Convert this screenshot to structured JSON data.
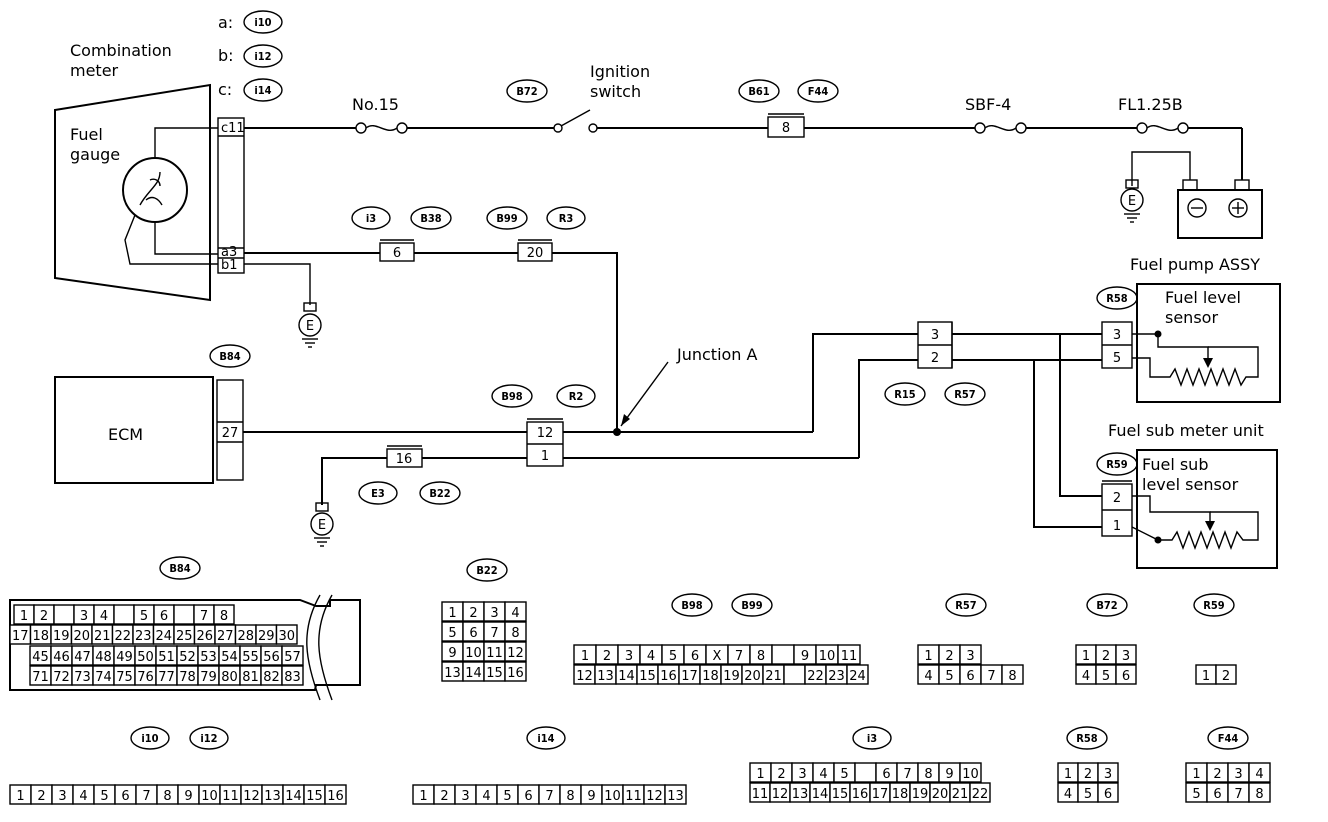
{
  "components": {
    "combination_meter": "Combination\nmeter",
    "fuel_gauge": "Fuel\ngauge",
    "ignition_switch": "Ignition\nswitch",
    "fuse_no15": "No.15",
    "fuse_sbf4": "SBF-4",
    "fuse_fl": "FL1.25B",
    "fuel_pump_assy": "Fuel pump ASSY",
    "fuel_level_sensor": "Fuel level\nsensor",
    "fuel_sub_meter_unit": "Fuel sub meter unit",
    "fuel_sub_level_sensor": "Fuel sub\nlevel sensor",
    "ecm": "ECM",
    "junction": "Junction A",
    "ground": "E"
  },
  "meter_key": [
    {
      "letter": "a:",
      "code": "i10"
    },
    {
      "letter": "b:",
      "code": "i12"
    },
    {
      "letter": "c:",
      "code": "i14"
    }
  ],
  "meter_pins": [
    "c11",
    "a3",
    "b1"
  ],
  "connector_tags": {
    "B72": "B72",
    "B61": "B61",
    "F44": "F44",
    "i3": "i3",
    "B38": "B38",
    "B99": "B99",
    "R3": "R3",
    "B84": "B84",
    "B98": "B98",
    "R2": "R2",
    "R15": "R15",
    "R57": "R57",
    "R58": "R58",
    "R59": "R59",
    "E3": "E3",
    "B22": "B22",
    "i10": "i10",
    "i12": "i12",
    "i14": "i14"
  },
  "wire_pins": {
    "b61": "8",
    "i3": "6",
    "b99": "20",
    "ecm": "27",
    "b98_top": "12",
    "b98_bot": "1",
    "e3": "16",
    "r15_top": "3",
    "r15_bot": "2",
    "r58_top": "3",
    "r58_bot": "5",
    "r59_top": "2",
    "r59_bot": "1"
  },
  "connector_faces": {
    "B84": {
      "row1": [
        "1",
        "2",
        "",
        "3",
        "4",
        "",
        "5",
        "6",
        "",
        "7",
        "8"
      ],
      "row2": [
        "17",
        "18",
        "19",
        "20",
        "21",
        "22",
        "23",
        "24",
        "25",
        "26",
        "27",
        "28",
        "29",
        "30"
      ],
      "row3": [
        "45",
        "46",
        "47",
        "48",
        "49",
        "50",
        "51",
        "52",
        "53",
        "54",
        "55",
        "56",
        "57"
      ],
      "row4": [
        "71",
        "72",
        "73",
        "74",
        "75",
        "76",
        "77",
        "78",
        "79",
        "80",
        "81",
        "82",
        "83"
      ]
    },
    "B22": [
      [
        "1",
        "2",
        "3",
        "4"
      ],
      [
        "5",
        "6",
        "7",
        "8"
      ],
      [
        "9",
        "10",
        "11",
        "12"
      ],
      [
        "13",
        "14",
        "15",
        "16"
      ]
    ],
    "B98": {
      "row1": [
        "1",
        "2",
        "3",
        "4",
        "5",
        "6",
        "X",
        "7",
        "8",
        "",
        "9",
        "10",
        "11"
      ],
      "row2": [
        "12",
        "13",
        "14",
        "15",
        "16",
        "17",
        "18",
        "19",
        "20",
        "21",
        "",
        "22",
        "23",
        "24"
      ]
    },
    "R57": {
      "row1": [
        "1",
        "2",
        "3"
      ],
      "row2": [
        "4",
        "5",
        "6",
        "7",
        "8"
      ]
    },
    "B72": [
      [
        "1",
        "2",
        "3"
      ],
      [
        "4",
        "5",
        "6"
      ]
    ],
    "R59": [
      "1",
      "2"
    ],
    "i10": [
      "1",
      "2",
      "3",
      "4",
      "5",
      "6",
      "7",
      "8",
      "9",
      "10",
      "11",
      "12",
      "13",
      "14",
      "15",
      "16"
    ],
    "i14": [
      "1",
      "2",
      "3",
      "4",
      "5",
      "6",
      "7",
      "8",
      "9",
      "10",
      "11",
      "12",
      "13"
    ],
    "i3": {
      "row1": [
        "1",
        "2",
        "3",
        "4",
        "5",
        "",
        "6",
        "7",
        "8",
        "9",
        "10"
      ],
      "row2": [
        "11",
        "12",
        "13",
        "14",
        "15",
        "16",
        "17",
        "18",
        "19",
        "20",
        "21",
        "22"
      ]
    },
    "R58": [
      [
        "1",
        "2",
        "3"
      ],
      [
        "4",
        "5",
        "6"
      ]
    ],
    "F44": [
      [
        "1",
        "2",
        "3",
        "4"
      ],
      [
        "5",
        "6",
        "7",
        "8"
      ]
    ]
  }
}
